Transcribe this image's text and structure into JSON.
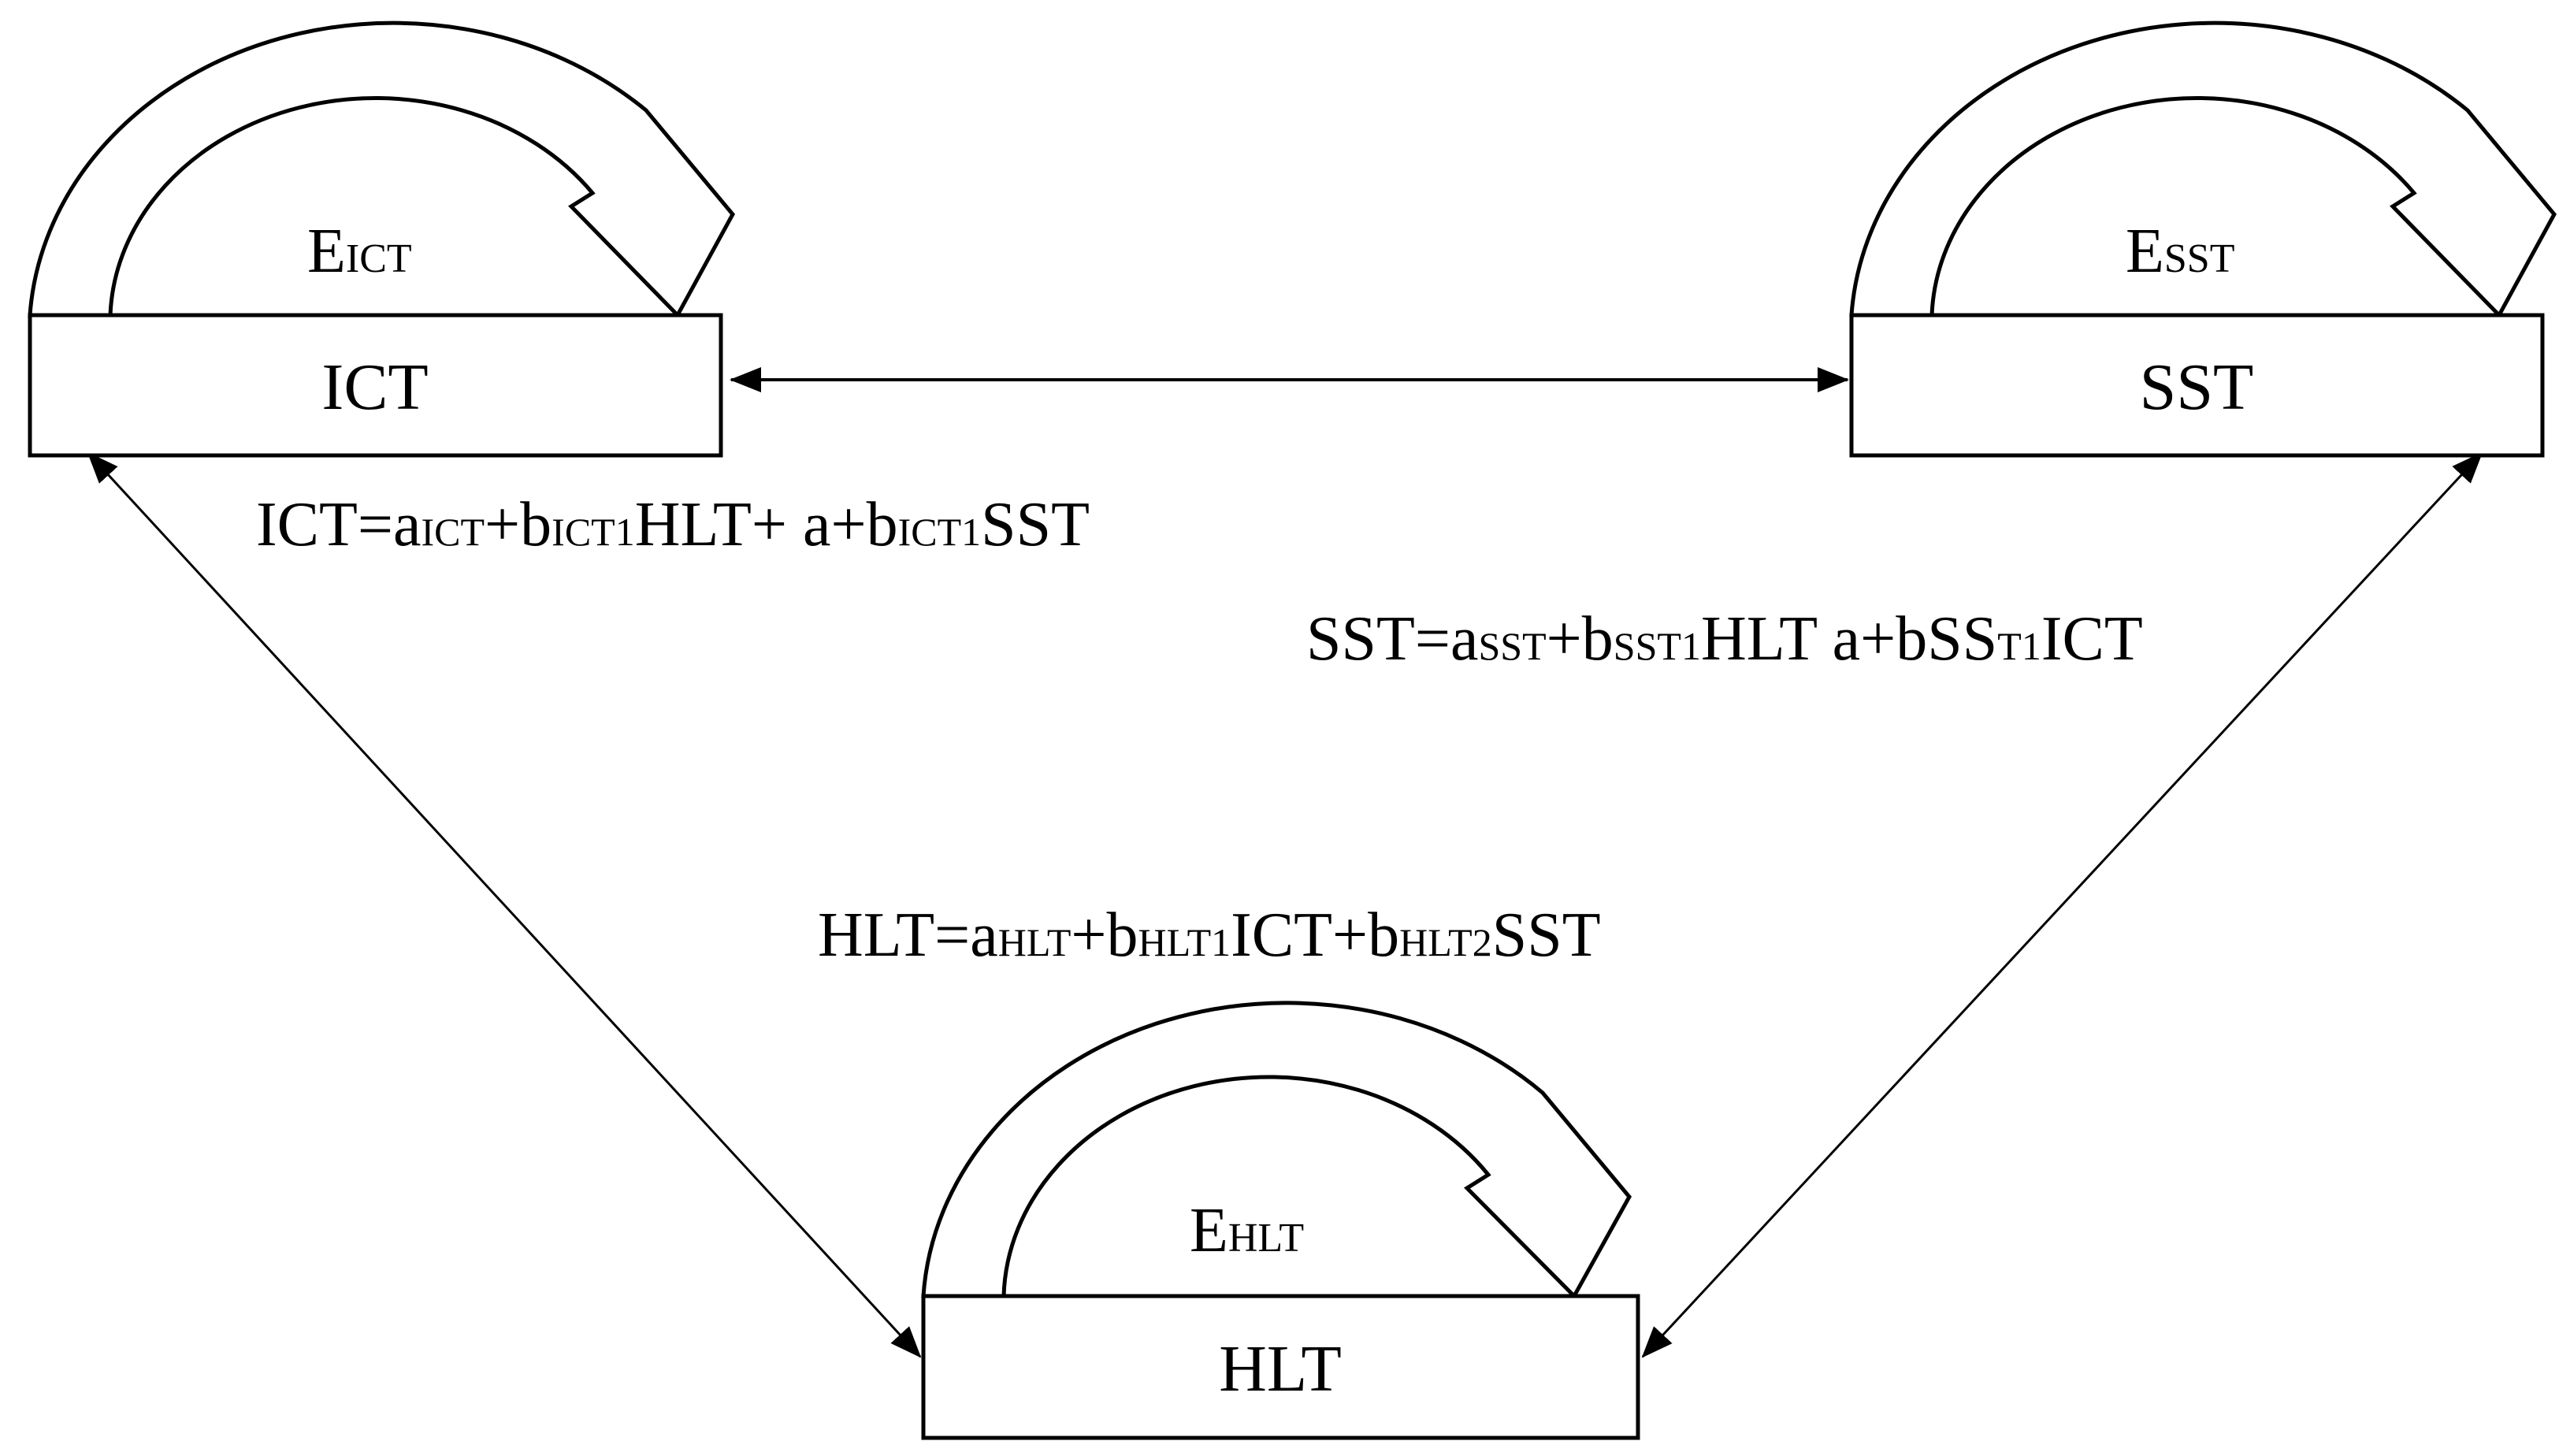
{
  "nodes": {
    "ict": {
      "label": "ICT",
      "effect_base": "E",
      "effect_sub": "ICT"
    },
    "sst": {
      "label": "SST",
      "effect_base": "E",
      "effect_sub": "SST"
    },
    "hlt": {
      "label": "HLT",
      "effect_base": "E",
      "effect_sub": "HLT"
    }
  },
  "equations": {
    "ict": [
      {
        "t": "ICT=a",
        "s": false
      },
      {
        "t": "ICT",
        "s": true
      },
      {
        "t": "+b",
        "s": false
      },
      {
        "t": "ICT1",
        "s": true
      },
      {
        "t": "HLT+ a+b",
        "s": false
      },
      {
        "t": "ICT1",
        "s": true
      },
      {
        "t": "SST",
        "s": false
      }
    ],
    "sst": [
      {
        "t": "SST=a",
        "s": false
      },
      {
        "t": "SST",
        "s": true
      },
      {
        "t": "+b",
        "s": false
      },
      {
        "t": "SST1",
        "s": true
      },
      {
        "t": "HLT a+bSS",
        "s": false
      },
      {
        "t": "T1",
        "s": true
      },
      {
        "t": "ICT",
        "s": false
      }
    ],
    "hlt": [
      {
        "t": "HLT=a",
        "s": false
      },
      {
        "t": "HLT",
        "s": true
      },
      {
        "t": "+b",
        "s": false
      },
      {
        "t": "HLT1",
        "s": true
      },
      {
        "t": "ICT+b",
        "s": false
      },
      {
        "t": "HLT2",
        "s": true
      },
      {
        "t": "SST",
        "s": false
      }
    ]
  }
}
